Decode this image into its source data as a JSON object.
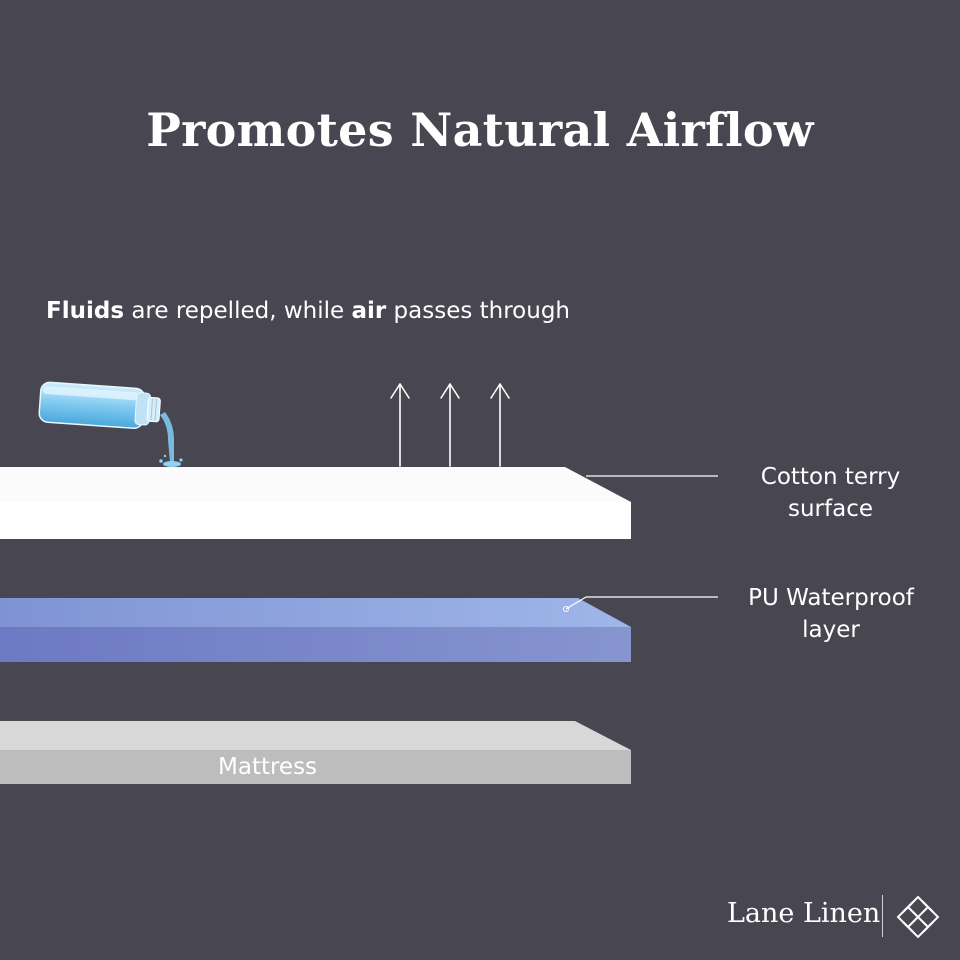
{
  "title": "Promotes Natural Airflow",
  "subtitle": {
    "word1": "Fluids",
    "text1": " are repelled, while ",
    "word2": "air",
    "text2": " passes through"
  },
  "layers": {
    "cotton": {
      "line1": "Cotton terry",
      "line2": "surface",
      "color": "#ffffff"
    },
    "pu": {
      "line1": "PU Waterproof",
      "line2": "layer",
      "color": "#8f9fd4"
    },
    "mattress": {
      "label": "Mattress",
      "color": "#d2d2d2"
    }
  },
  "brand": {
    "name": "Lane Linen"
  },
  "colors": {
    "background": "#474651",
    "water": "#7ec8ee"
  }
}
